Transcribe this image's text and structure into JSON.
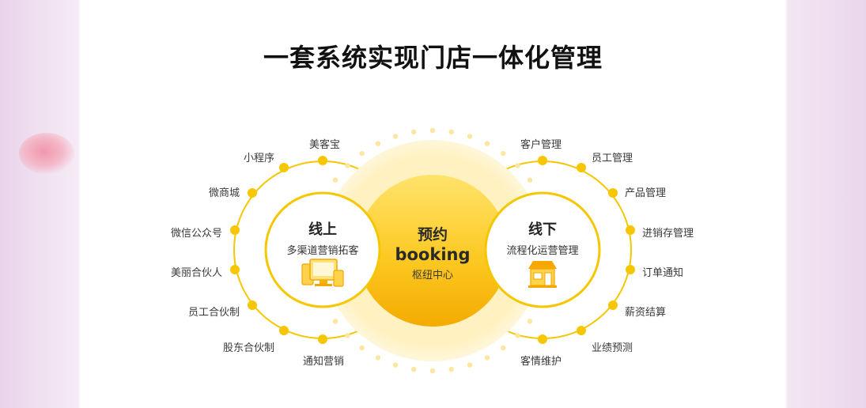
{
  "title": "一套系统实现门店一体化管理",
  "center": {
    "line1": "预约",
    "line2": "booking",
    "line3": "枢纽中心"
  },
  "online": {
    "title": "线上",
    "subtitle": "多渠道营销拓客",
    "icon": "devices-icon"
  },
  "offline": {
    "title": "线下",
    "subtitle": "流程化运营管理",
    "icon": "storefront-icon"
  },
  "left_nodes": [
    "美客宝",
    "小程序",
    "微商城",
    "微信公众号",
    "美丽合伙人",
    "员工合伙制",
    "股东合伙制",
    "通知营销"
  ],
  "right_nodes": [
    "客户管理",
    "员工管理",
    "产品管理",
    "进销存管理",
    "订单通知",
    "薪资结算",
    "业绩预测",
    "客情维护"
  ],
  "colors": {
    "accent": "#f6c700",
    "center_top": "#ffe066",
    "center_bottom": "#f5b000",
    "text": "#3a3a3a"
  }
}
